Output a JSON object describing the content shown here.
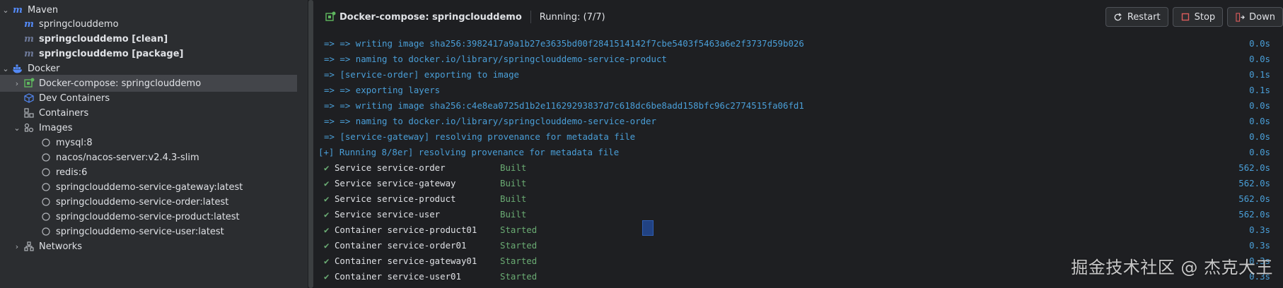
{
  "tree": {
    "maven": {
      "label": "Maven",
      "items": [
        {
          "label": "springclouddemo"
        },
        {
          "label": "springclouddemo [clean]"
        },
        {
          "label": "springclouddemo [package]"
        }
      ]
    },
    "docker": {
      "label": "Docker",
      "compose_label": "Docker-compose: springclouddemo",
      "dev_containers_label": "Dev Containers",
      "containers_label": "Containers",
      "images_label": "Images",
      "images": [
        {
          "label": "mysql:8"
        },
        {
          "label": "nacos/nacos-server:v2.4.3-slim"
        },
        {
          "label": "redis:6"
        },
        {
          "label": "springclouddemo-service-gateway:latest"
        },
        {
          "label": "springclouddemo-service-order:latest"
        },
        {
          "label": "springclouddemo-service-product:latest"
        },
        {
          "label": "springclouddemo-service-user:latest"
        }
      ],
      "networks_label": "Networks"
    }
  },
  "header": {
    "title": "Docker-compose: springclouddemo",
    "status": "Running: (7/7)",
    "restart_label": "Restart",
    "stop_label": "Stop",
    "down_label": "Down"
  },
  "console": {
    "lines": [
      {
        "text": "=> => writing image sha256:3982417a9a1b27e3635bd00f2841514142f7cbe5403f5463a6e2f3737d59b026",
        "time": "0.0s"
      },
      {
        "text": "=> => naming to docker.io/library/springclouddemo-service-product",
        "time": "0.0s"
      },
      {
        "text": "=> [service-order] exporting to image",
        "time": "0.1s"
      },
      {
        "text": "=> => exporting layers",
        "time": "0.1s"
      },
      {
        "text": "=> => writing image sha256:c4e8ea0725d1b2e11629293837d7c618dc6be8add158bfc96c2774515fa06fd1",
        "time": "0.0s"
      },
      {
        "text": "=> => naming to docker.io/library/springclouddemo-service-order",
        "time": "0.0s"
      },
      {
        "text": "=> [service-gateway] resolving provenance for metadata file",
        "time": "0.0s"
      },
      {
        "text": "[+] Running 8/8er] resolving provenance for metadata file",
        "time": "0.0s"
      }
    ],
    "services": [
      {
        "check": "✔",
        "text": "Service service-order",
        "status": "Built",
        "time": "562.0s"
      },
      {
        "check": "✔",
        "text": "Service service-gateway",
        "status": "Built",
        "time": "562.0s"
      },
      {
        "check": "✔",
        "text": "Service service-product",
        "status": "Built",
        "time": "562.0s"
      },
      {
        "check": "✔",
        "text": "Service service-user",
        "status": "Built",
        "time": "562.0s"
      },
      {
        "check": "✔",
        "text": "Container service-product01",
        "status": "Started",
        "time": "0.3s"
      },
      {
        "check": "✔",
        "text": "Container service-order01",
        "status": "Started",
        "time": "0.3s"
      },
      {
        "check": "✔",
        "text": "Container service-gateway01",
        "status": "Started",
        "time": "0.3s"
      },
      {
        "check": "✔",
        "text": "Container service-user01",
        "status": "Started",
        "time": "0.3s"
      }
    ]
  },
  "watermark": "掘金技术社区 @ 杰克大王",
  "colors": {
    "accent_blue": "#4a9fd8",
    "success_green": "#6aab73",
    "stop_red": "#db5c5c",
    "compose_green": "#5fb85f"
  }
}
